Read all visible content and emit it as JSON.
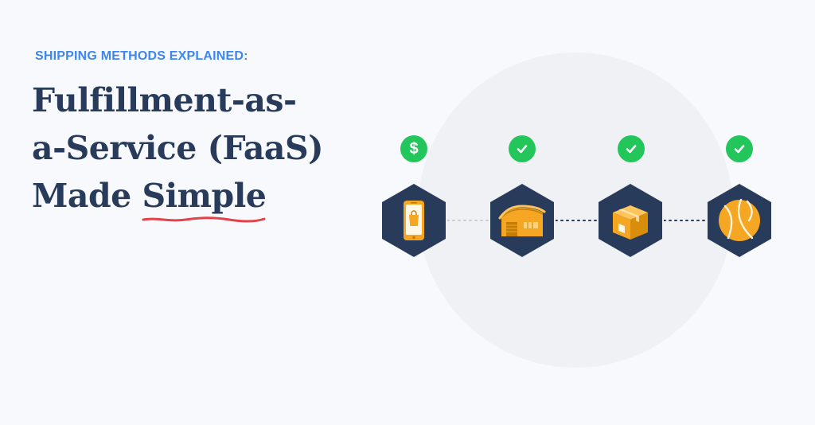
{
  "header": {
    "eyebrow": "SHIPPING METHODS EXPLAINED:",
    "title_line1": "Fulfillment-as-",
    "title_line2": "a-Service (FaaS)",
    "title_line3_prefix": "Made ",
    "title_line3_underlined": "Simple"
  },
  "flow": {
    "payment_badge_symbol": "$",
    "steps": [
      {
        "icon": "smartphone-shopping-bag-icon",
        "badge": "dollar-icon"
      },
      {
        "icon": "warehouse-icon",
        "badge": "check-icon"
      },
      {
        "icon": "package-box-icon",
        "badge": "check-icon"
      },
      {
        "icon": "globe-icon",
        "badge": "check-icon"
      }
    ]
  },
  "colors": {
    "heading": "#283b5b",
    "eyebrow": "#3c87ef",
    "badge_green": "#22c65b",
    "hex_dark": "#283b5b",
    "icon_orange": "#f5a623",
    "underline_red": "#e2434b"
  }
}
